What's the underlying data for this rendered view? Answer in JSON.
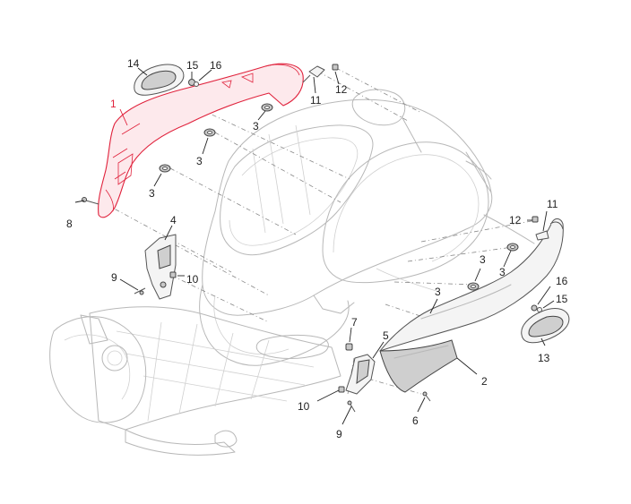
{
  "colors": {
    "highlight": "#e0223c",
    "callout_text": "#222222",
    "frame_line": "#b8b8b8",
    "part_line": "#555555"
  },
  "callouts": [
    {
      "id": "c-1",
      "text": "1",
      "highlighted": true
    },
    {
      "id": "c-14",
      "text": "14"
    },
    {
      "id": "c-15a",
      "text": "15"
    },
    {
      "id": "c-16a",
      "text": "16"
    },
    {
      "id": "c-11a",
      "text": "11"
    },
    {
      "id": "c-12a",
      "text": "12"
    },
    {
      "id": "c-3a",
      "text": "3"
    },
    {
      "id": "c-3b",
      "text": "3"
    },
    {
      "id": "c-3c",
      "text": "3"
    },
    {
      "id": "c-8",
      "text": "8"
    },
    {
      "id": "c-4",
      "text": "4"
    },
    {
      "id": "c-9a",
      "text": "9"
    },
    {
      "id": "c-10a",
      "text": "10"
    },
    {
      "id": "c-11b",
      "text": "11"
    },
    {
      "id": "c-12b",
      "text": "12"
    },
    {
      "id": "c-3d",
      "text": "3"
    },
    {
      "id": "c-3e",
      "text": "3"
    },
    {
      "id": "c-3f",
      "text": "3"
    },
    {
      "id": "c-16b",
      "text": "16"
    },
    {
      "id": "c-15b",
      "text": "15"
    },
    {
      "id": "c-13",
      "text": "13"
    },
    {
      "id": "c-7",
      "text": "7"
    },
    {
      "id": "c-5",
      "text": "5"
    },
    {
      "id": "c-2",
      "text": "2"
    },
    {
      "id": "c-10b",
      "text": "10"
    },
    {
      "id": "c-6",
      "text": "6"
    },
    {
      "id": "c-9b",
      "text": "9"
    }
  ]
}
